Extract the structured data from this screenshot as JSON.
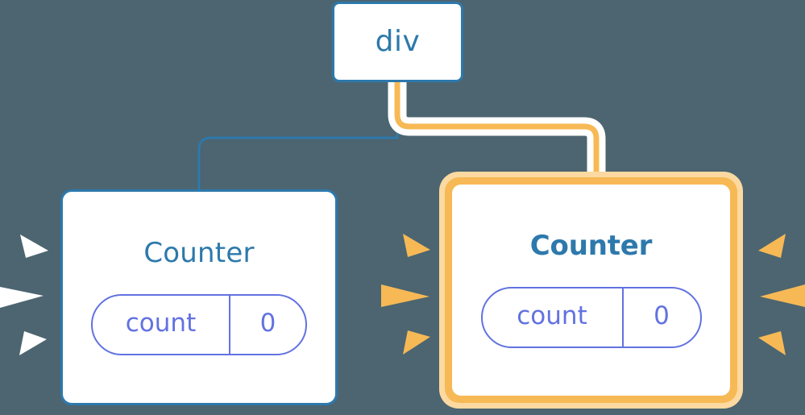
{
  "diagram": {
    "title": "React component tree re-render highlight",
    "background_color": "#4c6571"
  },
  "nodes": {
    "root": {
      "label": "div",
      "border_color": "#2d79ac",
      "text_color": "#2d79ac"
    },
    "left_counter": {
      "title": "Counter",
      "title_bold": false,
      "border_color": "#2d79ac",
      "title_color": "#2d79ac",
      "state": {
        "key": "count",
        "value": "0",
        "color": "#6272e0"
      },
      "highlighted": false,
      "sparkle_color": "#ffffff"
    },
    "right_counter": {
      "title": "Counter",
      "title_bold": true,
      "border_color": "#f7b955",
      "glow_color": "#fbd9a0",
      "title_color": "#2d79ac",
      "state": {
        "key": "count",
        "value": "0",
        "color": "#6272e0"
      },
      "highlighted": true,
      "sparkle_color": "#f7b955"
    }
  },
  "connectors": {
    "to_left": {
      "color": "#2d79ac",
      "style": "elbow"
    },
    "to_right": {
      "color": "#f7b955",
      "halo_color": "#ffffff",
      "style": "elbow-highlighted"
    }
  }
}
